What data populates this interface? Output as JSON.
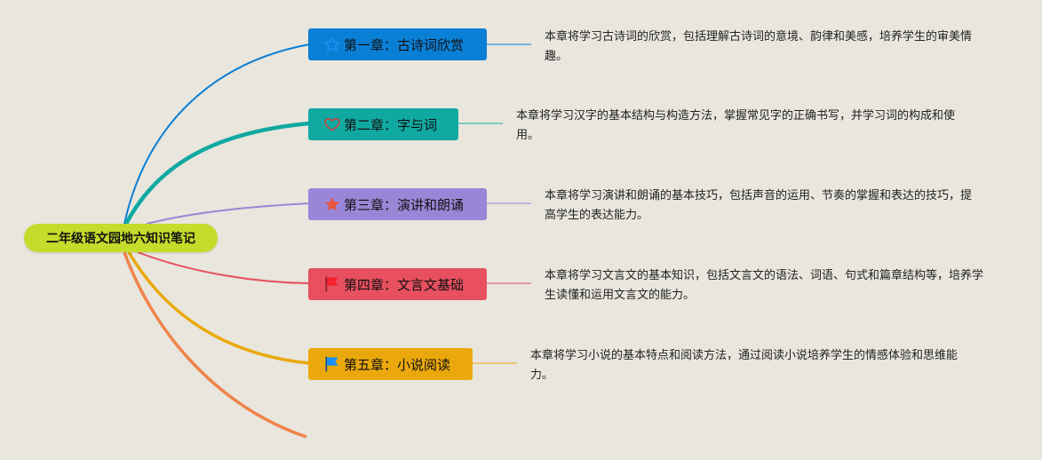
{
  "root": {
    "label": "二年级语文园地六知识笔记"
  },
  "branches": [
    {
      "label": "第一章：古诗词欣赏",
      "icon": "star-outline-icon",
      "color": "#0a7fd6",
      "desc": "本章将学习古诗词的欣赏，包括理解古诗词的意境、韵律和美感，培养学生的审美情趣。"
    },
    {
      "label": "第二章：字与词",
      "icon": "heart-outline-icon",
      "color": "#10a9a2",
      "desc": "本章将学习汉字的基本结构与构造方法，掌握常见字的正确书写，并学习词的构成和使用。"
    },
    {
      "label": "第三章：演讲和朗诵",
      "icon": "star-filled-icon",
      "color": "#9a86d6",
      "desc": "本章将学习演讲和朗诵的基本技巧，包括声音的运用、节奏的掌握和表达的技巧，提高学生的表达能力。"
    },
    {
      "label": "第四章：文言文基础",
      "icon": "red-flag-icon",
      "color": "#e8505f",
      "desc": "本章将学习文言文的基本知识，包括文言文的语法、词语、句式和篇章结构等，培养学生读懂和运用文言文的能力。"
    },
    {
      "label": "第五章：小说阅读",
      "icon": "blue-flag-icon",
      "color": "#eaa80c",
      "desc": "本章将学习小说的基本特点和阅读方法，通过阅读小说培养学生的情感体验和思维能力。"
    }
  ],
  "extra_branch_color": "#f0834a"
}
